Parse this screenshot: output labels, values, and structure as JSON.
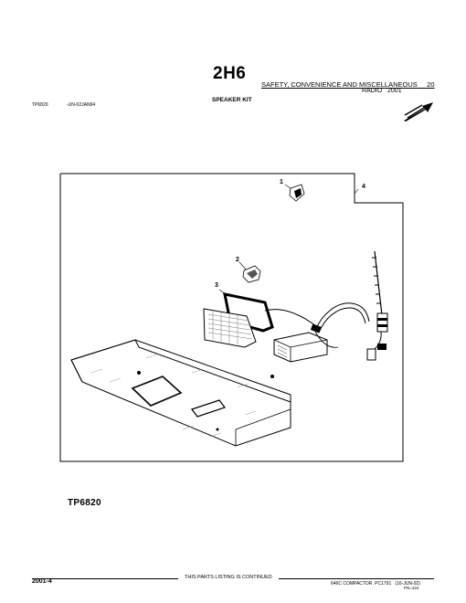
{
  "header": {
    "page_code": "2H6",
    "section": "SAFETY, CONVENIENCE AND MISCELLANEOUS",
    "section_number": "20",
    "subsection": "RADIO",
    "subsection_number": "2001",
    "heading": "SPEAKER KIT",
    "illustration_ref": "TP6820",
    "illustration_date": "-UN-02JAN94"
  },
  "illustration": {
    "callouts": [
      "1",
      "2",
      "3",
      "4"
    ],
    "figure_label": "TP6820"
  },
  "footer": {
    "page_number": "2001-4",
    "continued": "THIS PARTS LISTING IS CONTINUED",
    "catalog": "646C COMPACTOR",
    "catalog_code": "PC1791",
    "catalog_date": "(16-JUN-92)",
    "catalog_sub": "PN=422"
  }
}
